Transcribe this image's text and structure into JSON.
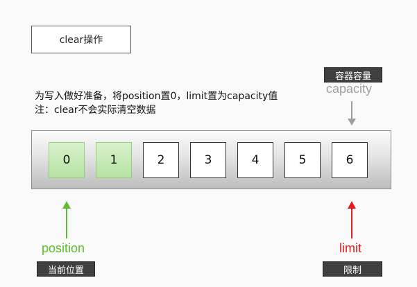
{
  "title_box": {
    "text": "clear操作"
  },
  "description": {
    "line1": "为写入做好准备，将position置0，limit置为capacity值",
    "line2": "注：clear不会实际清空数据"
  },
  "capacity": {
    "tag": "容器容量",
    "word": "capacity",
    "color": "#a0a0a0"
  },
  "position": {
    "word": "position",
    "tag": "当前位置",
    "color": "#5cbf2a"
  },
  "limit": {
    "word": "limit",
    "tag": "限制",
    "color": "#e51c1c"
  },
  "cells": [
    {
      "label": "0",
      "filled": true
    },
    {
      "label": "1",
      "filled": true
    },
    {
      "label": "2",
      "filled": false
    },
    {
      "label": "3",
      "filled": false
    },
    {
      "label": "4",
      "filled": false
    },
    {
      "label": "5",
      "filled": false
    },
    {
      "label": "6",
      "filled": false
    }
  ]
}
